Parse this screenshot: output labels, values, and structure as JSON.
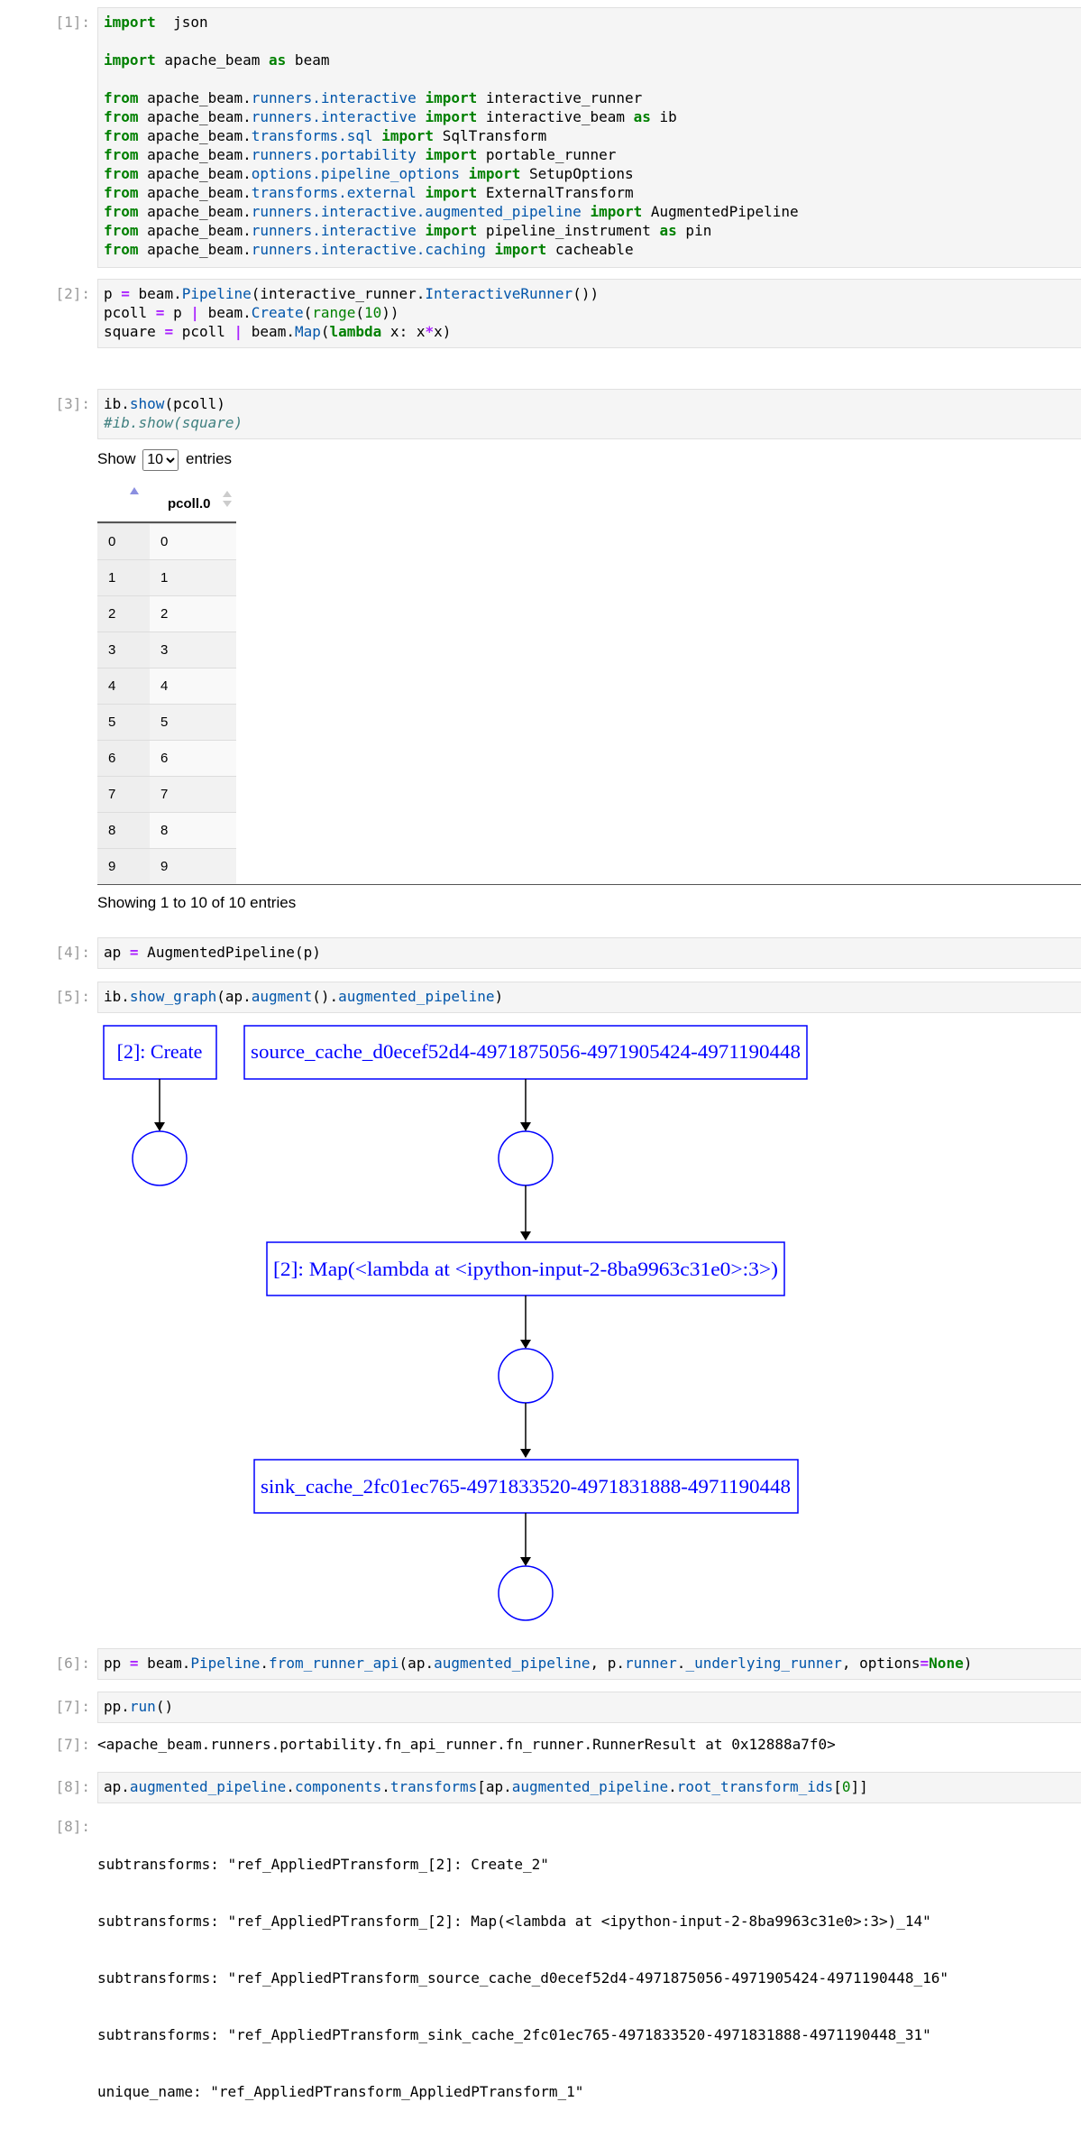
{
  "cells": {
    "c1": {
      "prompt": "[1]:",
      "lines": [
        [
          [
            "kw",
            "import"
          ],
          [
            "",
            "  json"
          ]
        ],
        [],
        [
          [
            "kw",
            "import"
          ],
          [
            "",
            " apache_beam "
          ],
          [
            "kw",
            "as"
          ],
          [
            "",
            " beam"
          ]
        ],
        [],
        [
          [
            "kw",
            "from"
          ],
          [
            "",
            " apache_beam."
          ],
          [
            "mod",
            "runners.interactive"
          ],
          [
            "",
            " "
          ],
          [
            "kw",
            "import"
          ],
          [
            "",
            " interactive_runner"
          ]
        ],
        [
          [
            "kw",
            "from"
          ],
          [
            "",
            " apache_beam."
          ],
          [
            "mod",
            "runners.interactive"
          ],
          [
            "",
            " "
          ],
          [
            "kw",
            "import"
          ],
          [
            "",
            " interactive_beam "
          ],
          [
            "kw",
            "as"
          ],
          [
            "",
            " ib"
          ]
        ],
        [
          [
            "kw",
            "from"
          ],
          [
            "",
            " apache_beam."
          ],
          [
            "mod",
            "transforms.sql"
          ],
          [
            "",
            " "
          ],
          [
            "kw",
            "import"
          ],
          [
            "",
            " SqlTransform"
          ]
        ],
        [
          [
            "kw",
            "from"
          ],
          [
            "",
            " apache_beam."
          ],
          [
            "mod",
            "runners.portability"
          ],
          [
            "",
            " "
          ],
          [
            "kw",
            "import"
          ],
          [
            "",
            " portable_runner"
          ]
        ],
        [
          [
            "kw",
            "from"
          ],
          [
            "",
            " apache_beam."
          ],
          [
            "mod",
            "options.pipeline_options"
          ],
          [
            "",
            " "
          ],
          [
            "kw",
            "import"
          ],
          [
            "",
            " SetupOptions"
          ]
        ],
        [
          [
            "kw",
            "from"
          ],
          [
            "",
            " apache_beam."
          ],
          [
            "mod",
            "transforms.external"
          ],
          [
            "",
            " "
          ],
          [
            "kw",
            "import"
          ],
          [
            "",
            " ExternalTransform"
          ]
        ],
        [
          [
            "kw",
            "from"
          ],
          [
            "",
            " apache_beam."
          ],
          [
            "mod",
            "runners.interactive.augmented_pipeline"
          ],
          [
            "",
            " "
          ],
          [
            "kw",
            "import"
          ],
          [
            "",
            " AugmentedPipeline"
          ]
        ],
        [
          [
            "kw",
            "from"
          ],
          [
            "",
            " apache_beam."
          ],
          [
            "mod",
            "runners.interactive"
          ],
          [
            "",
            " "
          ],
          [
            "kw",
            "import"
          ],
          [
            "",
            " pipeline_instrument "
          ],
          [
            "kw",
            "as"
          ],
          [
            "",
            " pin"
          ]
        ],
        [
          [
            "kw",
            "from"
          ],
          [
            "",
            " apache_beam."
          ],
          [
            "mod",
            "runners.interactive.caching"
          ],
          [
            "",
            " "
          ],
          [
            "kw",
            "import"
          ],
          [
            "",
            " cacheable"
          ]
        ]
      ]
    },
    "c2": {
      "prompt": "[2]:",
      "lines": [
        [
          [
            "",
            "p "
          ],
          [
            "op",
            "="
          ],
          [
            "",
            " beam."
          ],
          [
            "attr",
            "Pipeline"
          ],
          [
            "",
            "(interactive_runner."
          ],
          [
            "attr",
            "InteractiveRunner"
          ],
          [
            "",
            "())"
          ]
        ],
        [
          [
            "",
            "pcoll "
          ],
          [
            "op",
            "="
          ],
          [
            "",
            " p "
          ],
          [
            "op",
            "|"
          ],
          [
            "",
            " beam."
          ],
          [
            "attr",
            "Create"
          ],
          [
            "",
            "("
          ],
          [
            "bi",
            "range"
          ],
          [
            "",
            "("
          ],
          [
            "num",
            "10"
          ],
          [
            "",
            "))"
          ]
        ],
        [
          [
            "",
            "square "
          ],
          [
            "op",
            "="
          ],
          [
            "",
            " pcoll "
          ],
          [
            "op",
            "|"
          ],
          [
            "",
            " beam."
          ],
          [
            "attr",
            "Map"
          ],
          [
            "",
            "("
          ],
          [
            "kw",
            "lambda"
          ],
          [
            "",
            " x: x"
          ],
          [
            "op",
            "*"
          ],
          [
            "",
            "x)"
          ]
        ]
      ]
    },
    "c3": {
      "prompt": "[3]:",
      "lines": [
        [
          [
            "",
            "ib."
          ],
          [
            "attr",
            "show"
          ],
          [
            "",
            "(pcoll)"
          ]
        ],
        [
          [
            "cm",
            "#ib.show(square)"
          ]
        ]
      ],
      "show_label": "Show",
      "entries_label": "entries",
      "page_size": "10",
      "column_header": "pcoll.0",
      "rows": [
        {
          "index": "0",
          "value": "0"
        },
        {
          "index": "1",
          "value": "1"
        },
        {
          "index": "2",
          "value": "2"
        },
        {
          "index": "3",
          "value": "3"
        },
        {
          "index": "4",
          "value": "4"
        },
        {
          "index": "5",
          "value": "5"
        },
        {
          "index": "6",
          "value": "6"
        },
        {
          "index": "7",
          "value": "7"
        },
        {
          "index": "8",
          "value": "8"
        },
        {
          "index": "9",
          "value": "9"
        }
      ],
      "info": "Showing 1 to 10 of 10 entries"
    },
    "c4": {
      "prompt": "[4]:",
      "lines": [
        [
          [
            "",
            "ap "
          ],
          [
            "op",
            "="
          ],
          [
            "",
            " AugmentedPipeline(p)"
          ]
        ]
      ]
    },
    "c5": {
      "prompt": "[5]:",
      "lines": [
        [
          [
            "",
            "ib."
          ],
          [
            "attr",
            "show_graph"
          ],
          [
            "",
            "(ap."
          ],
          [
            "attr",
            "augment"
          ],
          [
            "",
            "()."
          ],
          [
            "attr",
            "augmented_pipeline"
          ],
          [
            "",
            ")"
          ]
        ]
      ],
      "graph": {
        "create": "[2]: Create",
        "source_cache": "source_cache_d0ecef52d4-4971875056-4971905424-4971190448",
        "map": "[2]: Map(<lambda at <ipython-input-2-8ba9963c31e0>:3>)",
        "sink_cache": "sink_cache_2fc01ec765-4971833520-4971831888-4971190448"
      }
    },
    "c6": {
      "prompt": "[6]:",
      "lines": [
        [
          [
            "",
            "pp "
          ],
          [
            "op",
            "="
          ],
          [
            "",
            " beam."
          ],
          [
            "attr",
            "Pipeline"
          ],
          [
            "",
            "."
          ],
          [
            "attr",
            "from_runner_api"
          ],
          [
            "",
            "(ap."
          ],
          [
            "attr",
            "augmented_pipeline"
          ],
          [
            "",
            ", p."
          ],
          [
            "attr",
            "runner"
          ],
          [
            "",
            "."
          ],
          [
            "attr",
            "_underlying_runner"
          ],
          [
            "",
            ", options"
          ],
          [
            "op",
            "="
          ],
          [
            "kw",
            "None"
          ],
          [
            "",
            ")"
          ]
        ]
      ]
    },
    "c7": {
      "prompt": "[7]:",
      "lines": [
        [
          [
            "",
            "pp."
          ],
          [
            "attr",
            "run"
          ],
          [
            "",
            "()"
          ]
        ]
      ],
      "out_prompt": "[7]:",
      "output": "<apache_beam.runners.portability.fn_api_runner.fn_runner.RunnerResult at 0x12888a7f0>"
    },
    "c8": {
      "prompt": "[8]:",
      "lines": [
        [
          [
            "",
            "ap."
          ],
          [
            "attr",
            "augmented_pipeline"
          ],
          [
            "",
            "."
          ],
          [
            "attr",
            "components"
          ],
          [
            "",
            "."
          ],
          [
            "attr",
            "transforms"
          ],
          [
            "",
            "[ap."
          ],
          [
            "attr",
            "augmented_pipeline"
          ],
          [
            "",
            "."
          ],
          [
            "attr",
            "root_transform_ids"
          ],
          [
            "",
            "["
          ],
          [
            "num",
            "0"
          ],
          [
            "",
            "]]"
          ]
        ]
      ],
      "out_prompt": "[8]:",
      "output_lines": [
        "subtransforms: \"ref_AppliedPTransform_[2]: Create_2\"",
        "subtransforms: \"ref_AppliedPTransform_[2]: Map(<lambda at <ipython-input-2-8ba9963c31e0>:3>)_14\"",
        "subtransforms: \"ref_AppliedPTransform_source_cache_d0ecef52d4-4971875056-4971905424-4971190448_16\"",
        "subtransforms: \"ref_AppliedPTransform_sink_cache_2fc01ec765-4971833520-4971831888-4971190448_31\"",
        "unique_name: \"ref_AppliedPTransform_AppliedPTransform_1\""
      ]
    }
  }
}
